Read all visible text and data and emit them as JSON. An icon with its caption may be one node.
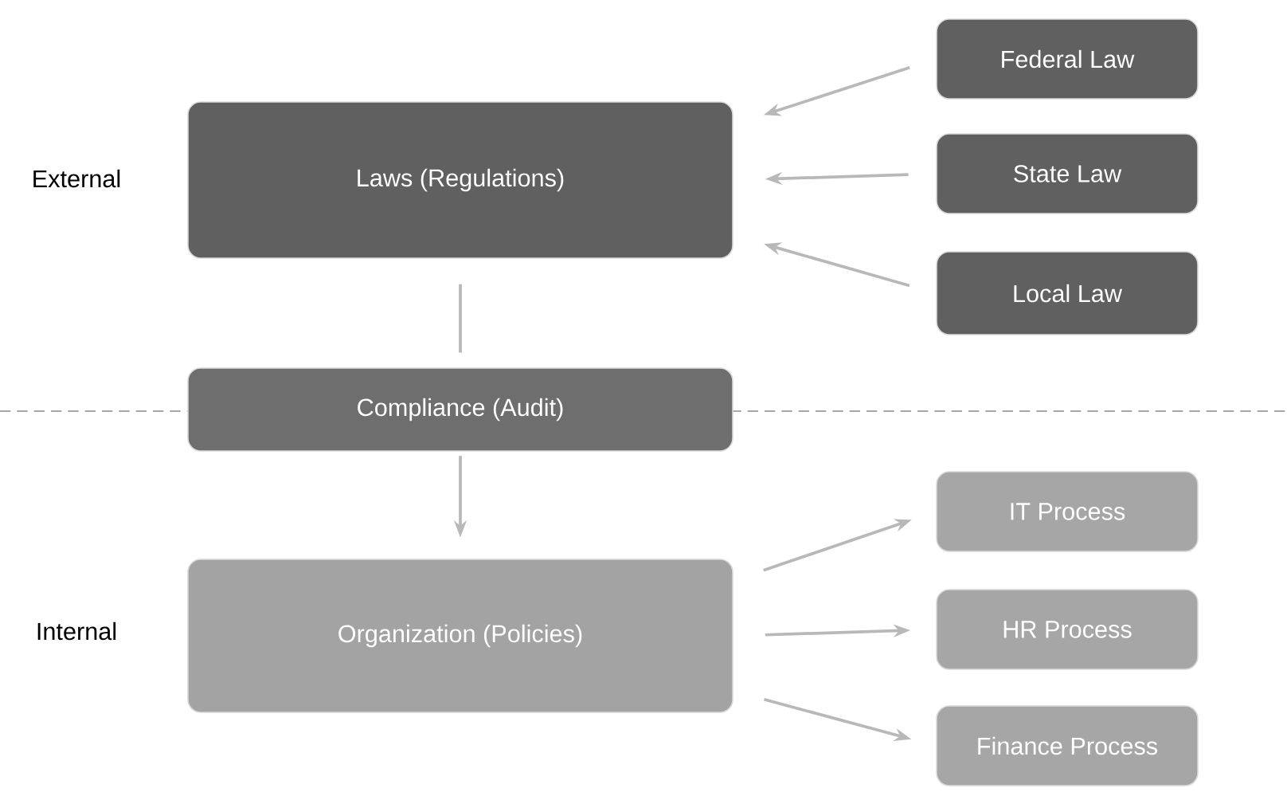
{
  "diagram": {
    "nodes": [
      {
        "text": [
          "Laws (Regulations)"
        ]
      },
      {
        "text": [
          "Federal Law"
        ]
      },
      {
        "text": [
          "State Law"
        ]
      },
      {
        "text": [
          "Local Law"
        ]
      },
      {
        "text": [
          "Compliance (Audit)"
        ]
      },
      {
        "text": [
          "Organization (Policies)"
        ]
      },
      {
        "text": [
          "IT Process"
        ]
      },
      {
        "text": [
          "HR Process"
        ]
      },
      {
        "text": [
          "Finance Process"
        ]
      }
    ],
    "edges": [
      {
        "from": 1,
        "to": 0,
        "arrow": "to"
      },
      {
        "from": 2,
        "to": 0,
        "arrow": "to"
      },
      {
        "from": 3,
        "to": 0,
        "arrow": "to"
      },
      {
        "from": 0,
        "to": 4,
        "arrow": "none"
      },
      {
        "from": 4,
        "to": 5,
        "arrow": "to"
      },
      {
        "from": 5,
        "to": 6,
        "arrow": "to"
      },
      {
        "from": 5,
        "to": 7,
        "arrow": "to"
      },
      {
        "from": 5,
        "to": 8,
        "arrow": "to"
      }
    ],
    "labels": [
      "External",
      "Internal"
    ]
  }
}
